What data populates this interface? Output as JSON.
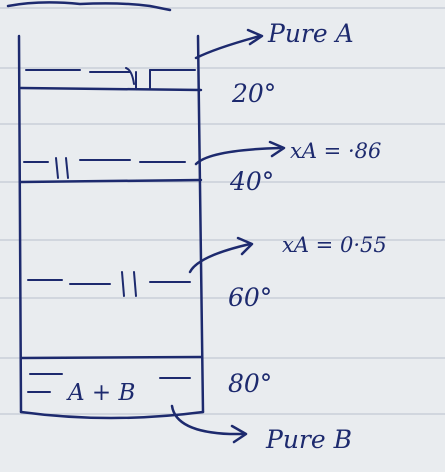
{
  "diagram": {
    "top_label": "Pure A",
    "bottom_label": "Pure B",
    "trays": [
      {
        "temperature": "20°"
      },
      {
        "temperature": "40°",
        "composition_label": "xA = ·86"
      },
      {
        "temperature": "60°",
        "composition_label": "xA = 0·55"
      },
      {
        "temperature": "80°",
        "tray_marking": "A + B"
      }
    ],
    "colors": {
      "ink": "#1d2a6e",
      "paper": "#e9ecef",
      "rule_line": "#b9c0cc"
    }
  }
}
